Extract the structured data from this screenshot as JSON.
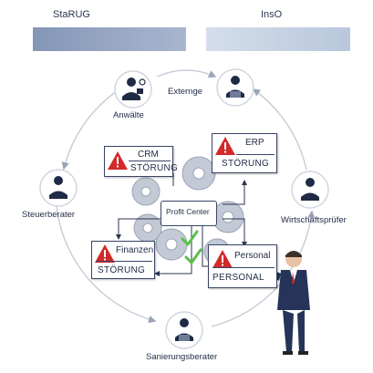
{
  "header": {
    "left_label": "StaRUG",
    "right_label": "InsO"
  },
  "roles": {
    "anwaelte": "Anwälte",
    "externe": "Externge",
    "steuerberater": "Steuerberater",
    "wirtschaftspruefer": "Wirtschaftsprüfer",
    "sanierungsberater": "Sanierungsberater"
  },
  "center": {
    "label": "Profit Center"
  },
  "warnings": {
    "crm": {
      "title": "CRM",
      "status": "STÖRUNG"
    },
    "erp": {
      "title": "ERP",
      "status": "STÖRUNG"
    },
    "finanzen": {
      "title": "Finanzen",
      "status": "STÖRUNG"
    },
    "personal": {
      "title": "Personal",
      "status": "PERSONAL"
    }
  },
  "colors": {
    "band_left": "#8496b6",
    "band_right": "#c5d2e4",
    "warning_red": "#d22a2a",
    "gear_gray": "#b9c2cf",
    "check_green": "#59c14a",
    "navy": "#1f2a44"
  },
  "icons": [
    "lawyer-icon",
    "externe-person-icon",
    "tax-advisor-icon",
    "auditor-icon",
    "restructuring-advisor-icon",
    "warning-icon",
    "gear-icon",
    "checkmark-icon",
    "businessman-figure"
  ]
}
